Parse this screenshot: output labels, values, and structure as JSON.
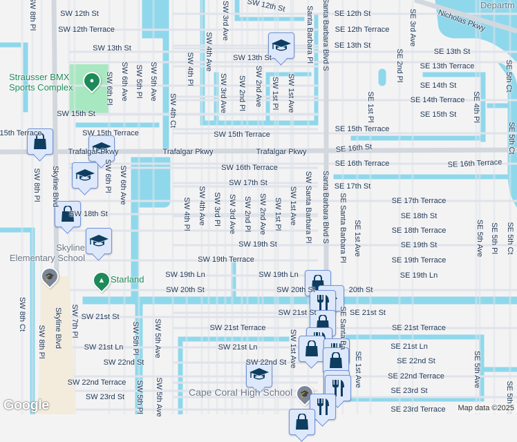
{
  "colors": {
    "water": "#8fd8ec",
    "road": "#dfe3ea",
    "major_road": "#d3d8df",
    "park": "#a8e8c0",
    "marker_bg": "#dde8fb",
    "marker_icon": "#0e3d60",
    "label": "#213a58"
  },
  "labels_h": [
    "SW 12th St",
    "SW 12th Terrace",
    "SW 13th St",
    "SW 15th St",
    "15th Terrace",
    "SW 15th Terrace",
    "Trafalgar Pkwy",
    "Trafalgar Pkwy",
    "Trafalgar Pkwy",
    "SW 15th Terrace",
    "SW 13th St",
    "SW 12th St",
    "SE 12th St",
    "SE 12th Terrace",
    "SE 13th St",
    "SE 13th St",
    "SE 13th Terrace",
    "SE 14th St",
    "SE 14th Terrace",
    "SE 15th St",
    "SE 15th Terrace",
    "SE 16th St",
    "SE 16th Terrace",
    "SE 16th Terrace",
    "SW 16th Terrace",
    "SW 17th St",
    "SE 17th St",
    "SE 17th Terrace",
    "SE 18th St",
    "SE 18th Terrace",
    "SE 19th St",
    "SE 19th Terrace",
    "SE 19th Ln",
    "SW 18th St",
    "SW 19th St",
    "SW 19th Terrace",
    "SW 19th Ln",
    "SW 19th Ln",
    "SW 20th St",
    "SW 20th St",
    "20th St",
    "SW 21st St",
    "SE 21st St",
    "SW 21st St",
    "SE 21st Terrace",
    "SW 21st Terrace",
    "SW 21st Ln",
    "SW 21st Ln",
    "SE 21st Ln",
    "SW 22nd St",
    "SW 22nd St",
    "SE 22nd St",
    "SE 22nd Terrace",
    "SW 22nd Terrace",
    "SE 23rd St",
    "SW 23rd St",
    "SE 23rd Terrace",
    "Nicholas Pkwy"
  ],
  "labels_v": [
    "SW 8th Pl",
    "SW 4th Ave",
    "SW 3rd Ave",
    "SW 4th Pl",
    "SW 6th Pl",
    "SW 6th Ave",
    "SW 5th Pl",
    "SW 5th Ave",
    "SW 4th Ct",
    "SW 3rd Ave",
    "SW 2nd Pl",
    "SW 2nd Ave",
    "SW 1st Pl",
    "SW 1st Ave",
    "Santa Barbara Pl",
    "Santa Barbara Blvd S",
    "SE 3rd Ave",
    "SE 2nd Pl",
    "SE 1st Pl",
    "SE 4th Pl",
    "SE 5th Ct",
    "SE 5th Ct",
    "SW 8th Pl",
    "Skyline Blvd",
    "SW 6th Pl",
    "SW 6th Ave",
    "SW 4th Pl",
    "SW 4th Ave",
    "SW 3rd Pl",
    "SW 3rd Ave",
    "SW 2nd Pl",
    "SW 2nd Ave",
    "SW 1st Pl",
    "SW 1st Ave",
    "SW Santa Barbara Pl",
    "Santa Barbara Blvd S",
    "SE Santa Barbara Pl",
    "SE 1st Ave",
    "SE 5th Ave",
    "SE 5th Pl",
    "SE 5th Ct",
    "SW 8th Ct",
    "SW 8th Pl",
    "Skyline Blvd",
    "SW 7th Pl",
    "SW 5th Pl",
    "SW 5th Ave",
    "SW 5th Pl",
    "SW 5th Ave",
    "SW 1st Ave",
    "SE Santa Ba",
    "SE 1st Ave",
    "SE 5th Ave",
    "SE 5th Ct"
  ],
  "pois": [
    {
      "name": "Strausser BMX\nSports Complex",
      "category": "park",
      "icon": "pin-icon"
    },
    {
      "name": "Skyline\nElementary School",
      "category": "school",
      "icon": "school-icon"
    },
    {
      "name": "Starland",
      "category": "park",
      "icon": "tree-icon"
    },
    {
      "name": "Cape Coral High School",
      "category": "school",
      "icon": "school-icon"
    },
    {
      "name": "Departm",
      "category": "government",
      "icon": ""
    }
  ],
  "markers": [
    "shopping",
    "school",
    "school",
    "shopping",
    "school",
    "school",
    "school",
    "shopping",
    "play",
    "restaurant",
    "shopping",
    "restaurant",
    "shopping",
    "restaurant",
    "shopping",
    "restaurant",
    "restaurant",
    "restaurant",
    "shopping"
  ],
  "logo": "Google",
  "attribution": "Map data ©2025"
}
